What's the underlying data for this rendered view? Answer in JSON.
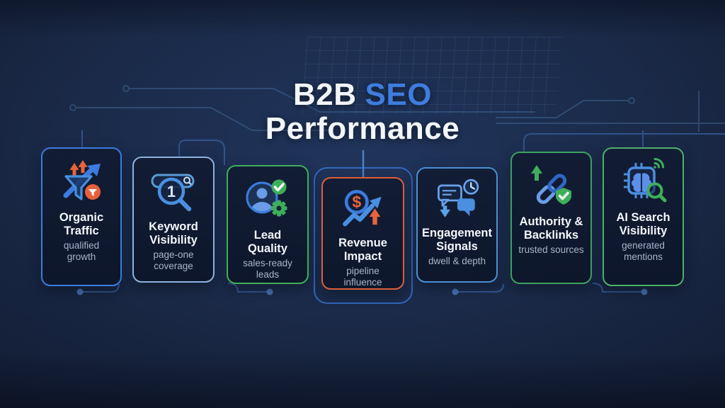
{
  "title": {
    "b2b": "B2B",
    "seo": "SEO",
    "line2": "Performance"
  },
  "colors": {
    "background": "#1a2947",
    "accent_blue": "#3e7de0",
    "accent_green": "#3fae5a",
    "accent_orange": "#e05a36",
    "text_primary": "#f2f6fb",
    "text_secondary": "#a7b4c9"
  },
  "cards": [
    {
      "id": "organic-traffic",
      "icon": "funnel-growth-icon",
      "title_lines": [
        "Organic",
        "Traffic"
      ],
      "subtitle_lines": [
        "qualified",
        "growth"
      ],
      "border_color": "#3b7ce0"
    },
    {
      "id": "keyword-visibility",
      "icon": "search-rank-icon",
      "title_lines": [
        "Keyword",
        "Visibility"
      ],
      "subtitle_lines": [
        "page-one",
        "coverage"
      ],
      "border_color": "#8fb2dd"
    },
    {
      "id": "lead-quality",
      "icon": "qualified-lead-icon",
      "title_lines": [
        "Lead",
        "Quality"
      ],
      "subtitle_lines": [
        "sales-ready",
        "leads"
      ],
      "border_color": "#3fae5a"
    },
    {
      "id": "revenue-impact",
      "icon": "revenue-growth-icon",
      "title_lines": [
        "Revenue",
        "Impact"
      ],
      "subtitle_lines": [
        "pipeline",
        "influence"
      ],
      "border_color": "#dd5f3b"
    },
    {
      "id": "engagement-signals",
      "icon": "engagement-chat-icon",
      "title_lines": [
        "Engagement",
        "Signals"
      ],
      "subtitle_lines": [
        "dwell & depth"
      ],
      "border_color": "#4a8fd4"
    },
    {
      "id": "authority-backlinks",
      "icon": "backlinks-icon",
      "title_lines": [
        "Authority &",
        "Backlinks"
      ],
      "subtitle_lines": [
        "trusted sources"
      ],
      "border_color": "#3da060"
    },
    {
      "id": "ai-search-visibility",
      "icon": "ai-chip-search-icon",
      "title_lines": [
        "AI Search",
        "Visibility"
      ],
      "subtitle_lines": [
        "generated",
        "mentions"
      ],
      "border_color": "#4cb06a"
    }
  ]
}
